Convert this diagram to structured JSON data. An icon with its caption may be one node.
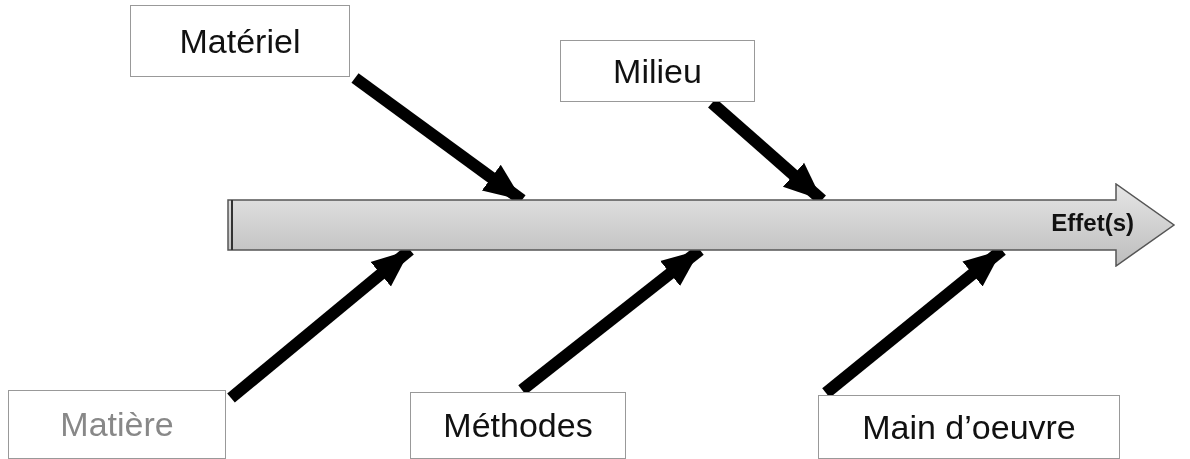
{
  "diagram": {
    "nodes": [
      {
        "text": [
          "Matériel"
        ]
      },
      {
        "text": [
          "Milieu"
        ]
      },
      {
        "text": [
          "Effet(s)"
        ]
      },
      {
        "text": [
          "Matière"
        ]
      },
      {
        "text": [
          "Méthodes"
        ]
      },
      {
        "text": [
          "Main d’oeuvre"
        ]
      }
    ],
    "edges": [
      {
        "from": 0,
        "to": 2,
        "arrow": "to"
      },
      {
        "from": 1,
        "to": 2,
        "arrow": "to"
      },
      {
        "from": 3,
        "to": 2,
        "arrow": "to"
      },
      {
        "from": 4,
        "to": 2,
        "arrow": "to"
      },
      {
        "from": 5,
        "to": 2,
        "arrow": "to"
      }
    ]
  }
}
